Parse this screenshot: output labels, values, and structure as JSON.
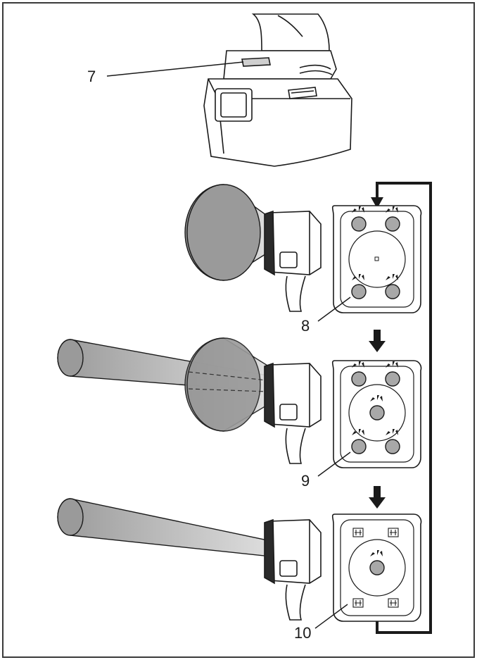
{
  "callouts": {
    "battery_indicator": "7",
    "mode_spread": "8",
    "mode_spread_spot": "9",
    "mode_spot": "10"
  },
  "colors": {
    "frame": "#3a3a3a",
    "line": "#1a1a1a",
    "beam_dark": "#8f8f8f",
    "beam_light": "#d9d9d9",
    "led_fill": "#a8a8a8"
  },
  "icons": [
    "work-light-icon",
    "down-arrow-icon",
    "led-panel-icon",
    "tool-battery-icon"
  ]
}
